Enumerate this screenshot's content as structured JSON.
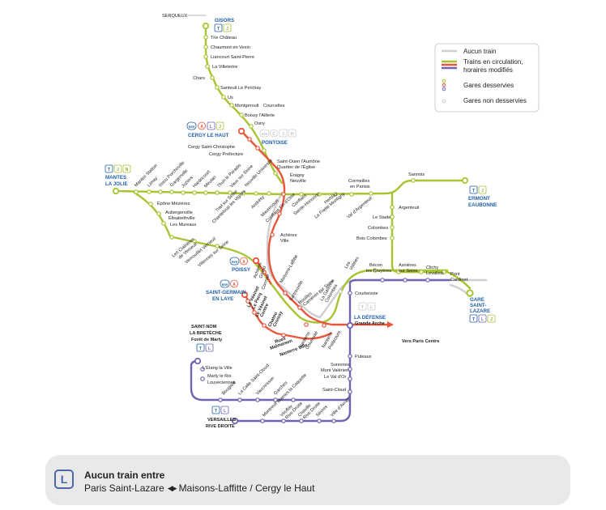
{
  "colors": {
    "green": "#a6c531",
    "red": "#e8553a",
    "purple": "#6f65b3",
    "grey": "#cfcfcf",
    "brand": "#1f5fa8",
    "accent": "#e8553a"
  },
  "terminus": {
    "gisors": "GISORS",
    "cergy_haut": "CERGY LE HAUT",
    "pontoise": "PONTOISE",
    "mantes_1": "MANTES",
    "mantes_2": "LA JOLIE",
    "ermont_1": "ERMONT",
    "ermont_2": "EAUBONNE",
    "poissy": "POISSY",
    "sgl_1": "SAINT-GERMAIN",
    "sgl_2": "EN LAYE",
    "gsl_1": "GARE",
    "gsl_2": "SAINT-",
    "gsl_3": "LAZARE",
    "defense_1": "LA DÉFENSE",
    "defense_2": "Grande Arche",
    "snb_1": "SAINT-NOM",
    "snb_2": "LA BRETÈCHE",
    "snb_3": "Forêt de Marly",
    "vrd_1": "VERSAILLES",
    "vrd_2": "RIVE DROITE",
    "serqueux": "SERQUEUX",
    "vers_paris": "Vers Paris Centre"
  },
  "stations": {
    "s1": "Trie Château",
    "s2": "Chaumont en Vexin",
    "s3": "Liancourt Saint-Pierre",
    "s4": "La Villetertre",
    "s5": "Chars",
    "s6": "Santeuil",
    "s7": "Le Perchay",
    "s8": "Us",
    "s9": "Montgeroult",
    "s10": "Courcelles",
    "s11": "Boissy l'Aillerie",
    "s12": "Osny",
    "s13": "Cergy Saint-Christophe",
    "s14": "Cergy Préfecture",
    "s15": "Saint-Ouen l'Aumône",
    "s16": "Quartier de l'Église",
    "s17": "Éragny",
    "s18": "Neuville",
    "s19": "Neuville Université",
    "s20": "Conflans Fin d'Oise",
    "s21": "Maurecourt",
    "s22": "Andrésy",
    "s23": "Chanteloup les Vignes",
    "s24": "Triel sur Seine",
    "s25": "Vaux sur Seine",
    "s26": "Thun le Paradis",
    "s27": "Meulan",
    "s28": "Hardricourt",
    "s29": "Juziers",
    "s30": "Gargenville",
    "s31": "Issou Porcheville",
    "s32": "Limay",
    "s33": "Mantes Station",
    "s34": "Épône Mézières",
    "s35": "Aubergenville",
    "s36": "Élisabethville",
    "s37": "Les Mureaux",
    "s38": "Les Clairières",
    "s39": "de Verneuil",
    "s40": "Vernouillet Verneuil",
    "s41": "Villennes sur Seine",
    "s42": "Conflans",
    "s43": "Sainte-Honorine",
    "s44": "Herblay",
    "s45": "La Frette Montigny",
    "s46": "Cormeilles",
    "s47": "en Parisis",
    "s48": "Val d'Argenteuil",
    "s49": "Sannois",
    "s50": "Argenteuil",
    "s51": "Le Stade",
    "s52": "Colombes",
    "s53": "Bois Colombes",
    "s54": "Achères",
    "s55": "Ville",
    "s56": "Achères",
    "s57": "Grand",
    "s58": "Cormier",
    "s59": "Maisons-Laffitte",
    "s60": "Sartrouville",
    "s61": "Houilles",
    "s62": "Carrières sur Seine",
    "s63": "Le Vésinet",
    "s64": "Le Pecq",
    "s65": "Le Vésinet",
    "s66": "Centre",
    "s67": "Chatou",
    "s68": "Croissy",
    "s69": "Rueil",
    "s70": "Malmaison",
    "s71": "Nanterre Ville",
    "s72": "Nanterre",
    "s73": "Université",
    "s74": "Nanterre",
    "s75": "Préfecture",
    "s76": "Les",
    "s77": "Vallées",
    "s78": "La Garenne",
    "s79": "Colombes",
    "s80": "Bécon",
    "s81": "les Bruyères",
    "s82": "Asnières",
    "s83": "sur Seine",
    "s84": "Clichy",
    "s85": "Levallois",
    "s86": "Pont",
    "s87": "Cardinet",
    "s88": "Courbevoie",
    "s89": "Puteaux",
    "s90": "Suresnes",
    "s91": "Mont Valérien",
    "s92": "Le Val d'Or",
    "s93": "Saint-Cloud",
    "s94": "L'Étang la Ville",
    "s95": "Marly le Roi",
    "s96": "Louveciennes",
    "s97": "Bougival",
    "s98": "La Celle Saint-Cloud",
    "s99": "Vaucresson",
    "s100": "Garches",
    "s101": "Marnes la Coquette",
    "s102": "Montreuil",
    "s103": "Viroflay",
    "s104": "Rive Droite",
    "s105": "Chaville",
    "s106": "Rive Droite",
    "s107": "Sèvres",
    "s108": "Ville d'Avray"
  },
  "legend": {
    "item_no_train": "Aucun train",
    "item_modified_1": "Trains en circulation,",
    "item_modified_2": "horaires modifiés",
    "item_served": "Gares desservies",
    "item_not_served": "Gares non desservies"
  },
  "badges": {
    "train": "T",
    "rer_a": "A",
    "j": "J",
    "l": "L",
    "n": "N",
    "c": "C",
    "h": "H",
    "bus": "BUS"
  },
  "notice": {
    "icon": "L",
    "title": "Aucun train entre",
    "from": "Paris Saint-Lazare",
    "to": "Maisons-Laffitte / Cergy le Haut"
  }
}
